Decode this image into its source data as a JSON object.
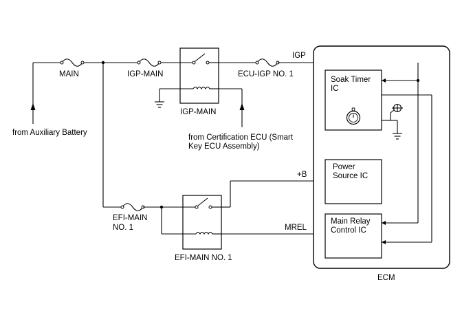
{
  "labels": {
    "main_fuse": "MAIN",
    "igp_main_fuse": "IGP-MAIN",
    "ecu_igp_fuse": "ECU-IGP NO. 1",
    "igp_signal": "IGP",
    "aux_battery": "from Auxiliary Battery",
    "igp_main_relay": "IGP-MAIN",
    "cert_ecu_line1": "from Certification ECU (Smart",
    "cert_ecu_line2": "Key ECU Assembly)",
    "plus_b": "+B",
    "efi_fuse_line1": "EFI-MAIN",
    "efi_fuse_line2": "NO. 1",
    "efi_relay": "EFI-MAIN NO. 1",
    "mrel": "MREL",
    "soak_timer_line1": "Soak Timer",
    "soak_timer_line2": "IC",
    "power_source_line1": "Power",
    "power_source_line2": "Source IC",
    "main_relay_line1": "Main Relay",
    "main_relay_line2": "Control IC",
    "ecm": "ECM"
  },
  "icons": [
    "fuse-icon",
    "relay-switch-icon",
    "relay-coil-icon",
    "ground-icon",
    "clock-icon",
    "transistor-icon",
    "arrow-up-icon"
  ]
}
